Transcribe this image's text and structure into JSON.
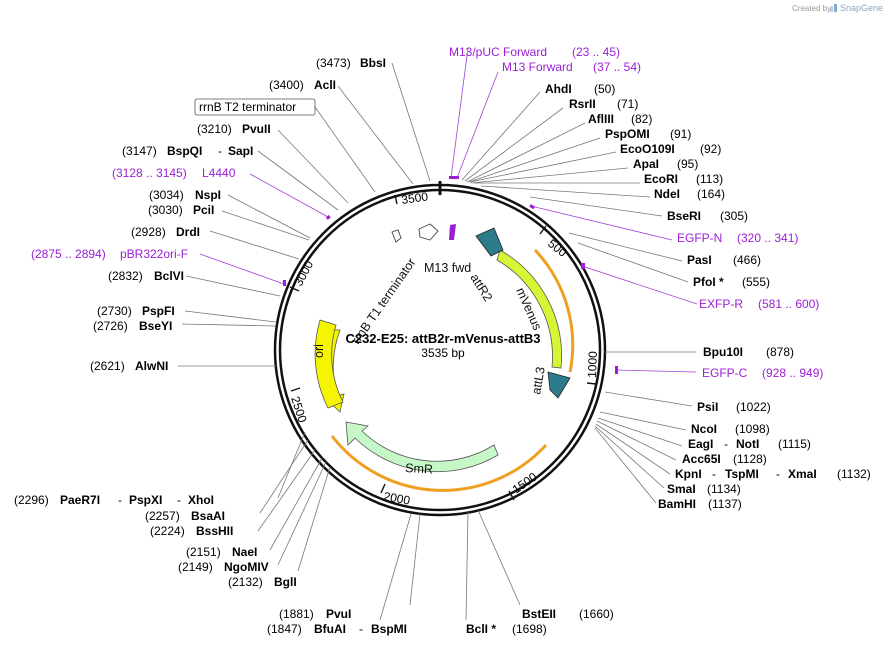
{
  "brand": {
    "created_by": "Created by",
    "app": "SnapGene"
  },
  "plasmid": {
    "name": "C232-E25: attB2r-mVenus-attB3",
    "size": "3535 bp"
  },
  "ticks": [
    "500",
    "1000",
    "1500",
    "2000",
    "2500",
    "3000",
    "3500"
  ],
  "features": {
    "attR2": "attR2",
    "mVenus": "mVenus",
    "attL3": "attL3",
    "SmR": "SmR",
    "ori": "ori",
    "rrnB_T1": "rrnB T1 terminator",
    "M13_fwd": "M13 fwd",
    "rrnB_T2": "rrnB T2 terminator"
  },
  "primers": [
    {
      "name": "M13/pUC Forward",
      "range": "(23 .. 45)"
    },
    {
      "name": "M13 Forward",
      "range": "(37 .. 54)"
    },
    {
      "name": "EGFP-N",
      "range": "(320 .. 341)"
    },
    {
      "name": "EXFP-R",
      "range": "(581 .. 600)"
    },
    {
      "name": "EGFP-C",
      "range": "(928 .. 949)"
    },
    {
      "name": "L4440",
      "range": "(3128 .. 3145)"
    },
    {
      "name": "pBR322ori-F",
      "range": "(2875 .. 2894)"
    }
  ],
  "right_sites": [
    {
      "name": "AhdI",
      "pos": "(50)"
    },
    {
      "name": "RsrII",
      "pos": "(71)"
    },
    {
      "name": "AflIII",
      "pos": "(82)"
    },
    {
      "name": "PspOMI",
      "pos": "(91)"
    },
    {
      "name": "EcoO109I",
      "pos": "(92)"
    },
    {
      "name": "ApaI",
      "pos": "(95)"
    },
    {
      "name": "EcoRI",
      "pos": "(113)"
    },
    {
      "name": "NdeI",
      "pos": "(164)"
    },
    {
      "name": "BseRI",
      "pos": "(305)"
    },
    {
      "name": "PasI",
      "pos": "(466)"
    },
    {
      "name": "PfoI *",
      "pos": "(555)"
    },
    {
      "name": "Bpu10I",
      "pos": "(878)"
    },
    {
      "name": "PsiI",
      "pos": "(1022)"
    },
    {
      "name": "NcoI",
      "pos": "(1098)"
    },
    {
      "name": "EagI",
      "name2": "NotI",
      "pos": "(1115)"
    },
    {
      "name": "Acc65I",
      "pos": "(1128)"
    },
    {
      "name": "KpnI",
      "name2": "TspMI",
      "name3": "XmaI",
      "pos": "(1132)"
    },
    {
      "name": "SmaI",
      "pos": "(1134)"
    },
    {
      "name": "BamHI",
      "pos": "(1137)"
    }
  ],
  "bottom_sites": [
    {
      "name": "BstEII",
      "pos": "(1660)"
    },
    {
      "name": "BclI *",
      "pos": "(1698)"
    },
    {
      "name": "PvuI",
      "pos": "(1881)"
    },
    {
      "name": "BfuAI",
      "name2": "BspMI",
      "pos": "(1847)"
    }
  ],
  "left_sites": [
    {
      "name": "BbsI",
      "pos": "(3473)"
    },
    {
      "name": "AclI",
      "pos": "(3400)"
    },
    {
      "name": "PvuII",
      "pos": "(3210)"
    },
    {
      "name": "BspQI",
      "name2": "SapI",
      "pos": "(3147)"
    },
    {
      "name": "NspI",
      "pos": "(3034)"
    },
    {
      "name": "PciI",
      "pos": "(3030)"
    },
    {
      "name": "DrdI",
      "pos": "(2928)"
    },
    {
      "name": "BclVI",
      "pos": "(2832)"
    },
    {
      "name": "PspFI",
      "pos": "(2730)"
    },
    {
      "name": "BseYI",
      "pos": "(2726)"
    },
    {
      "name": "AlwNI",
      "pos": "(2621)"
    },
    {
      "name": "PaeR7I",
      "name2": "PspXI",
      "name3": "XhoI",
      "pos": "(2296)"
    },
    {
      "name": "BsaAI",
      "pos": "(2257)"
    },
    {
      "name": "BssHII",
      "pos": "(2224)"
    },
    {
      "name": "NaeI",
      "pos": "(2151)"
    },
    {
      "name": "NgoMIV",
      "pos": "(2149)"
    },
    {
      "name": "BglI",
      "pos": "(2132)"
    }
  ],
  "colors": {
    "mVenus": "#d6f534",
    "ori": "#f5f500",
    "SmR": "#c6f7c6",
    "att": "#2e7b8c",
    "orange": "#f0a020",
    "primer": "#9b1fd6"
  }
}
